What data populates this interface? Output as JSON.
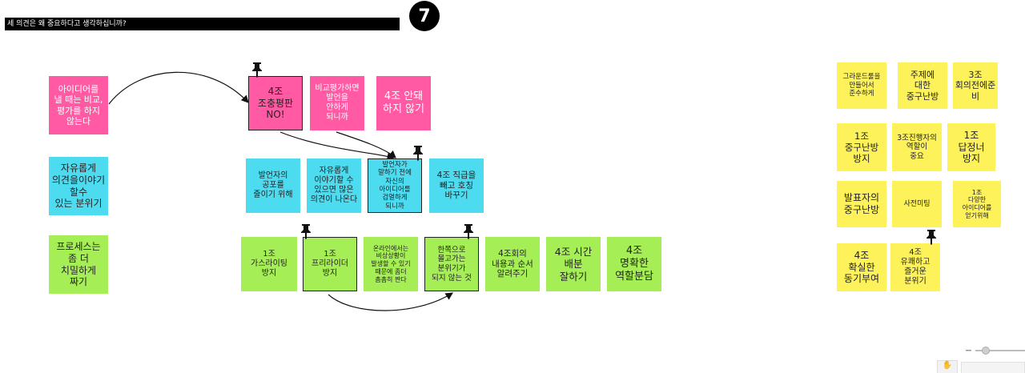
{
  "header": {
    "question": "세 의견은 왜 중요하다고 생각하십니까?",
    "step_number": "7"
  },
  "notes": {
    "left": {
      "compare": "아이디어를\n낼 때는 비교,\n평가를 하지\n않는다",
      "free_atmosphere": "자유롭게\n의견을이야기할수\n있는 분위기",
      "process": "프로세스는\n좀 더\n치밀하게\n짜기"
    },
    "pink": {
      "group4_no": "4조\n조충평판\nNO!",
      "compare_eval": "비교평가하면\n발언을\n안하게\n되니까",
      "group4_no_2": "4조 안돼\n하지 않기"
    },
    "cyan": {
      "speaker_fear": "발언자의\n공포를\n줄이기 위해",
      "free_talk": "자유롭게\n이야기할 수\n있으면 많은\n의견이 나온다",
      "self_censor": "발언자가\n말하기 전에\n자신의\n아이디어를\n검열하게\n되니까",
      "no_rank": "4조 직급을\n빼고 호칭\n바꾸기"
    },
    "green": {
      "gaslighting": "1조\n가스라이팅\n방지",
      "free_rider": "1조\n프리라이더\n방지",
      "online": "온라인에서는\n비상상황이\n발생할 수 있기\n때문에 좀더\n촘촘히 짠다",
      "one_side": "한쪽으로\n몰고가는\n분위기가\n되지 않는 것",
      "meeting_order": "4조회의\n내용과 순서\n알려주기",
      "time": "4조 시간\n배분\n잘하기",
      "roles": "4조\n명확한\n역할분담"
    },
    "yellow": {
      "ground_rules": "그라운드룰을\n만들어서\n준수하게",
      "topic_mess": "주제에\n대한\n중구난방",
      "group3_prep": "3조\n회의전에준비",
      "group1_mess": "1조\n중구난방\n방지",
      "group3_host": "3조진행자의\n역할이\n중요",
      "group1_answer": "1조\n답정너\n방지",
      "presenter_mess": "발표자의\n중구난방",
      "pre_meeting": "사전미팅",
      "group1_ideas": "1조\n다양한\n아이디어를\n얻기위해",
      "group4_motivate": "4조\n확실한\n동기부여",
      "group4_fun": "4조\n유쾌하고\n즐거운\n분위기"
    }
  },
  "colors": {
    "pink": "#ff5aa3",
    "cyan": "#4ddbf0",
    "green": "#a6ee55",
    "yellow": "#fdf25a",
    "title_bar": "#000000"
  },
  "icons": [
    "pushpin-icon",
    "hand-icon",
    "zoom-minus-icon"
  ]
}
